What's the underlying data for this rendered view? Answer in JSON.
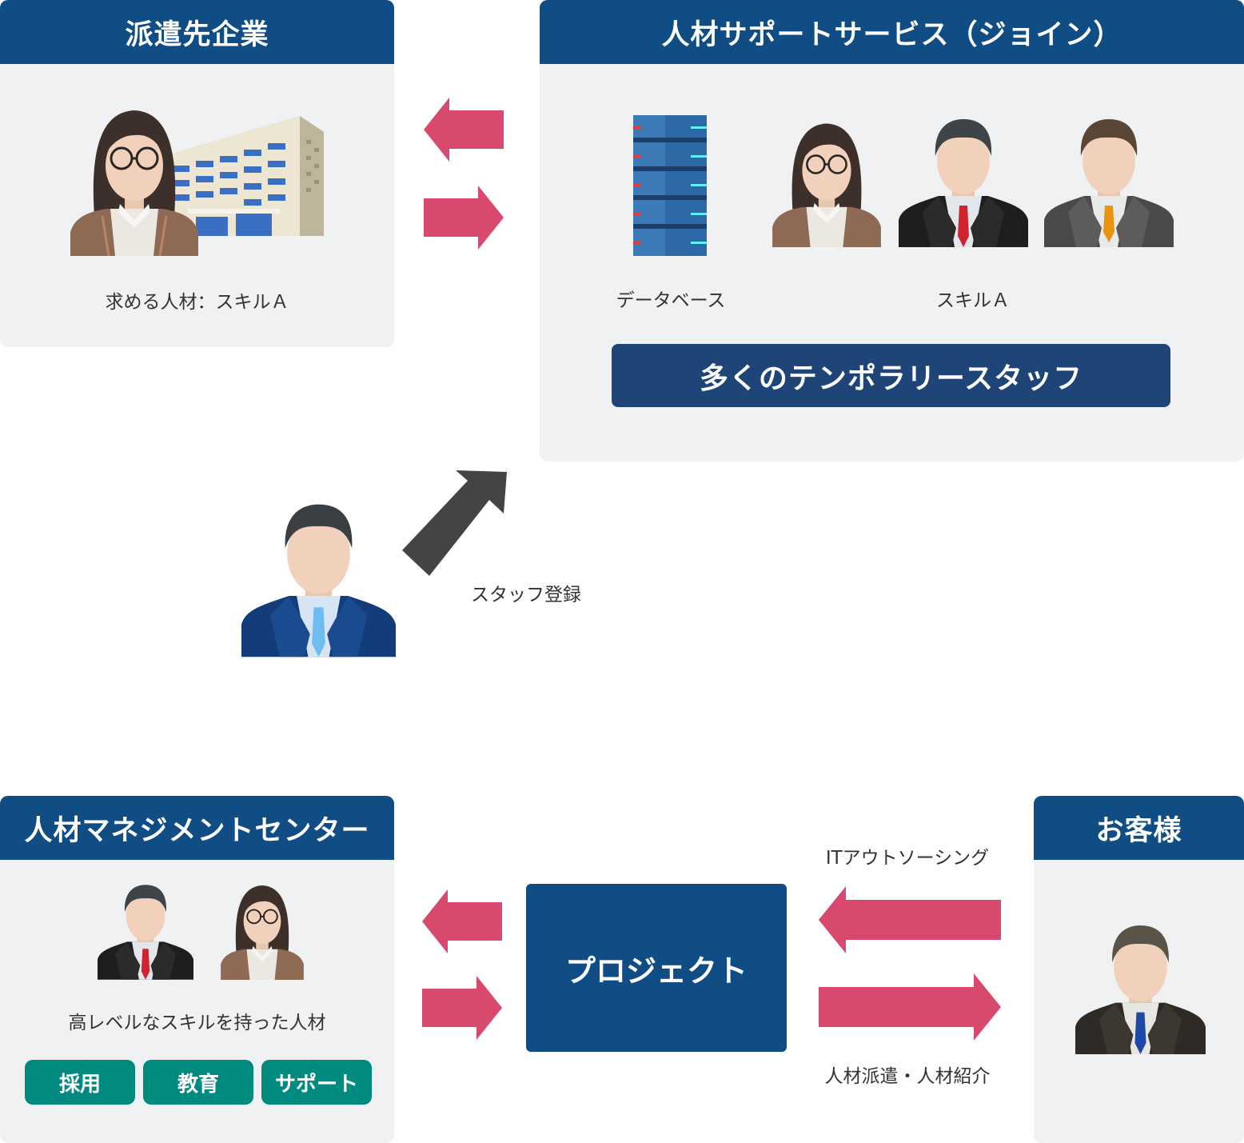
{
  "colors": {
    "header": "#0f4d84",
    "panel_bg": "#f0f1f3",
    "arrow_pink": "#d84a6d",
    "arrow_dark": "#444444",
    "teal_pill": "#008a80",
    "staff_bar": "#1f4478"
  },
  "dispatch_company": {
    "title": "派遣先企業",
    "caption": "求める人材：スキルＡ"
  },
  "support_service": {
    "title": "人材サポートサービス（ジョイン）",
    "database_label": "データベース",
    "skill_label": "スキルＡ",
    "staff_bar": "多くのテンポラリースタッフ"
  },
  "registration": {
    "label": "スタッフ登録"
  },
  "management_center": {
    "title": "人材マネジメントセンター",
    "caption": "高レベルなスキルを持った人材",
    "pills": [
      "採用",
      "教育",
      "サポート"
    ]
  },
  "project": {
    "label": "プロジェクト"
  },
  "customer": {
    "title": "お客様",
    "arrow_top_label": "ITアウトソーシング",
    "arrow_bottom_label": "人材派遣・人材紹介"
  },
  "icons": [
    "woman-icon",
    "building-icon",
    "server-icon",
    "businessman-icon",
    "arrow-icon"
  ]
}
